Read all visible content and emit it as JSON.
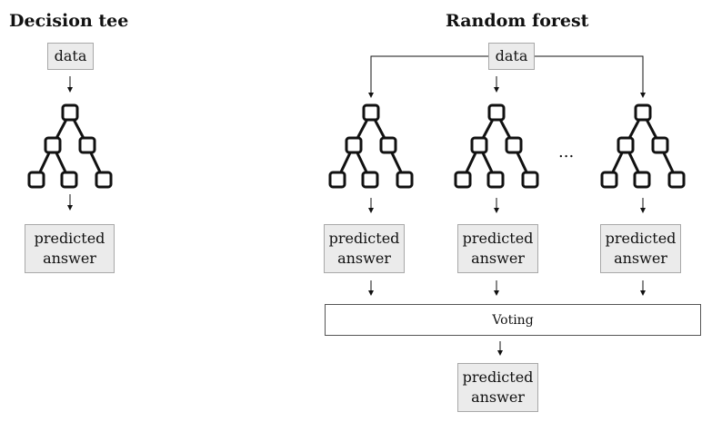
{
  "left_panel": {
    "title": "Decision tee",
    "data_label": "data",
    "answer_label": "predicted answer"
  },
  "right_panel": {
    "title": "Random forest",
    "data_label": "data",
    "tree_answers": [
      "predicted answer",
      "predicted answer",
      "predicted answer"
    ],
    "ellipsis": "...",
    "voting_label": "Voting",
    "final_answer_label": "predicted answer"
  }
}
